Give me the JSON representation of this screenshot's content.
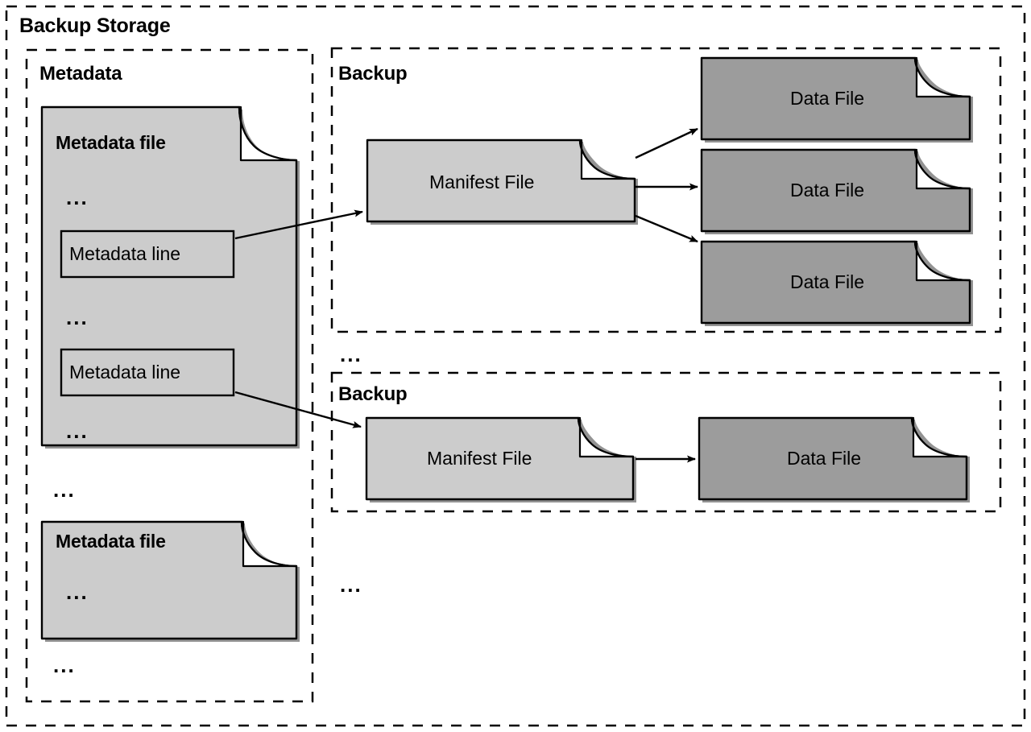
{
  "diagram": {
    "title": "Backup Storage",
    "ellipsis_glyph": "...",
    "colors": {
      "outline": "#000000",
      "light_fill": "#cccccc",
      "dark_fill": "#9c9c9c",
      "background": "#ffffff",
      "shadow": "#808080"
    },
    "containers": {
      "root": {
        "label": "Backup Storage"
      },
      "metadata": {
        "label": "Metadata"
      },
      "backup_1": {
        "label": "Backup"
      },
      "backup_2": {
        "label": "Backup"
      }
    },
    "metadata_section": {
      "label": "Metadata",
      "files": [
        {
          "title": "Metadata file",
          "rows": [
            {
              "type": "ellipsis",
              "text": "..."
            },
            {
              "type": "line",
              "text": "Metadata line"
            },
            {
              "type": "ellipsis",
              "text": "..."
            },
            {
              "type": "line",
              "text": "Metadata line"
            },
            {
              "type": "ellipsis",
              "text": "..."
            }
          ]
        },
        {
          "title": "Metadata file",
          "rows": [
            {
              "type": "ellipsis",
              "text": "..."
            }
          ]
        }
      ],
      "between_files_ellipsis": "...",
      "trailing_ellipsis": "..."
    },
    "backup_sections": [
      {
        "label": "Backup",
        "manifest": {
          "title": "Manifest File"
        },
        "data_files": [
          {
            "title": "Data File"
          },
          {
            "title": "Data File"
          },
          {
            "title": "Data File"
          }
        ]
      },
      {
        "label": "Backup",
        "manifest": {
          "title": "Manifest File"
        },
        "data_files": [
          {
            "title": "Data File"
          }
        ]
      }
    ],
    "between_backups_ellipsis": "...",
    "trailing_backups_ellipsis": "...",
    "arrows": [
      {
        "from": "metadata-line-1",
        "to": "manifest-file-1"
      },
      {
        "from": "metadata-line-2",
        "to": "manifest-file-2"
      },
      {
        "from": "manifest-file-1",
        "to": "data-file-1"
      },
      {
        "from": "manifest-file-1",
        "to": "data-file-2"
      },
      {
        "from": "manifest-file-1",
        "to": "data-file-3"
      },
      {
        "from": "manifest-file-2",
        "to": "data-file-4"
      }
    ]
  }
}
